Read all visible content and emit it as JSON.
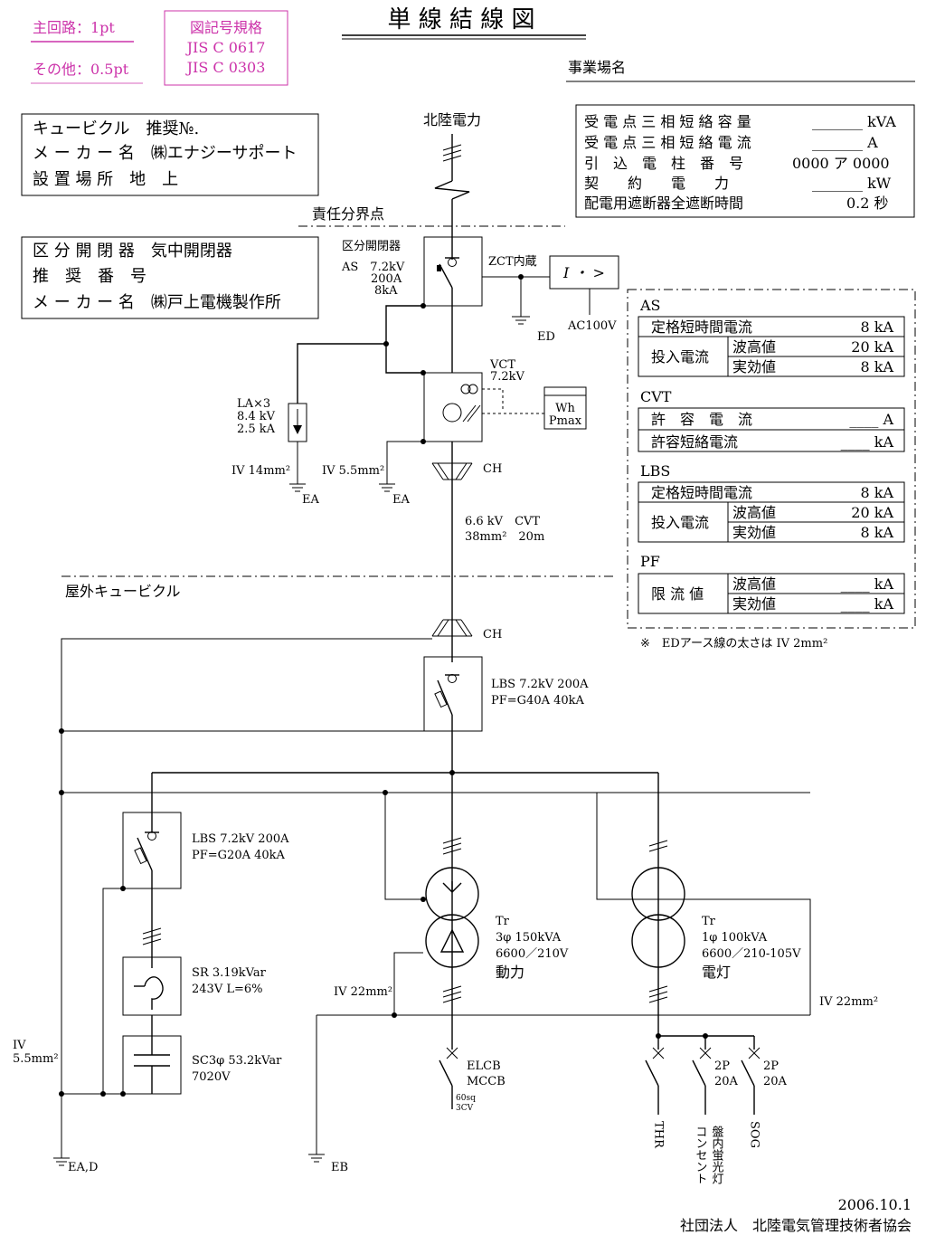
{
  "header": {
    "main_circuit": "主回路：1pt",
    "other": "その他：0.5pt",
    "std_title": "図記号規格",
    "std_1": "JIS C 0617",
    "std_2": "JIS C 0303",
    "title": "単 線 結 線 図",
    "site_label": "事業場名"
  },
  "cubicle_box": {
    "r1": "キュービクル　推奨№.",
    "r2": "メ ー カ ー 名　㈱エナジーサポート",
    "r3": "設 置 場 所　地　上"
  },
  "switch_box": {
    "r1": "区 分 開 閉 器　気中開閉器",
    "r2": "推　奨　番　号",
    "r3": "メ ー カ ー 名　㈱戸上電機製作所"
  },
  "info_box": {
    "r1_label": "受 電 点 三 相 短 絡 容 量",
    "r1_val": "_______ kVA",
    "r2_label": "受 電 点 三 相 短 絡 電 流",
    "r2_val": "_______ A",
    "r3_label": "引　込　電　柱　番　号",
    "r3_val": "0000 ア 0000",
    "r4_label": "契　　約　　電　　力",
    "r4_val": "_______ kW",
    "r5_label": "配電用遮断器全遮断時間",
    "r5_val": "0.2 秒"
  },
  "ratings": {
    "as_title": "AS",
    "as_r1": "定格短時間電流",
    "as_r1v": "8 kA",
    "as_r2": "投入電流",
    "as_peak": "波高値",
    "as_peak_v": "20 kA",
    "as_rms": "実効値",
    "as_rms_v": "8 kA",
    "cvt_title": "CVT",
    "cvt_r1": "許　容　電　流",
    "cvt_r1v": "____ A",
    "cvt_r2": "許容短絡電流",
    "cvt_r2v": "____ kA",
    "lbs_title": "LBS",
    "lbs_r1": "定格短時間電流",
    "lbs_r1v": "8 kA",
    "lbs_r2": "投入電流",
    "lbs_peak": "波高値",
    "lbs_peak_v": "20 kA",
    "lbs_rms": "実効値",
    "lbs_rms_v": "8 kA",
    "pf_title": "PF",
    "pf_r1": "限 流 値",
    "pf_peak": "波高値",
    "pf_peak_v": "____ kA",
    "pf_rms": "実効値",
    "pf_rms_v": "____ kA",
    "note": "※　EDアース線の太さは IV 2mm²"
  },
  "diagram": {
    "utility": "北陸電力",
    "boundary": "責任分界点",
    "as_name": "区分開閉器",
    "as_spec1": "AS　7.2kV",
    "as_spec2": "200A",
    "as_spec3": "8kA",
    "zct": "ZCT内蔵",
    "relay": "I ・ >",
    "ac100": "AC100V",
    "ed": "ED",
    "vct": "VCT",
    "vct_v": "7.2kV",
    "wh": "Wh",
    "pmax": "Pmax",
    "la1": "LA×3",
    "la2": "8.4 kV",
    "la3": "2.5 kA",
    "iv14": "IV 14mm²",
    "iv55a": "IV 5.5mm²",
    "ea1": "EA",
    "ea2": "EA",
    "ch1": "CH",
    "cvt1": "6.6 kV　CVT",
    "cvt2": "38mm²　20m",
    "outdoor": "屋外キュービクル",
    "ch2": "CH",
    "lbs1a": "LBS  7.2kV  200A",
    "lbs1b": "PF=G40A  40kA",
    "lbs2a": "LBS  7.2kV  200A",
    "lbs2b": "PF=G20A  40kA",
    "sr1": "SR  3.19kVar",
    "sr2": "243V  L=6%",
    "sc1": "SC3φ  53.2kVar",
    "sc2": "7020V",
    "iv55b1": "IV",
    "iv55b2": "5.5mm²",
    "ead": "EA,D",
    "tr1a": "Tr",
    "tr1b": "3φ  150kVA",
    "tr1c": "6600／210V",
    "tr1d": "動力",
    "tr2a": "Tr",
    "tr2b": "1φ  100kVA",
    "tr2c": "6600／210-105V",
    "tr2d": "電灯",
    "iv22a": "IV 22mm²",
    "iv22b": "IV 22mm²",
    "eb": "EB",
    "elcb": "ELCB",
    "mccb": "MCCB",
    "elcb_c1": "60sq",
    "elcb_c2": "3CV",
    "p2a": "2P",
    "p2a_r": "20A",
    "p2b": "2P",
    "p2b_r": "20A",
    "ld1": "THR",
    "ld2": "コンセント",
    "ld3": "盤内蛍光灯",
    "ld4": "SOG"
  },
  "footer": {
    "date": "2006.10.1",
    "org": "社団法人　北陸電気管理技術者協会"
  }
}
